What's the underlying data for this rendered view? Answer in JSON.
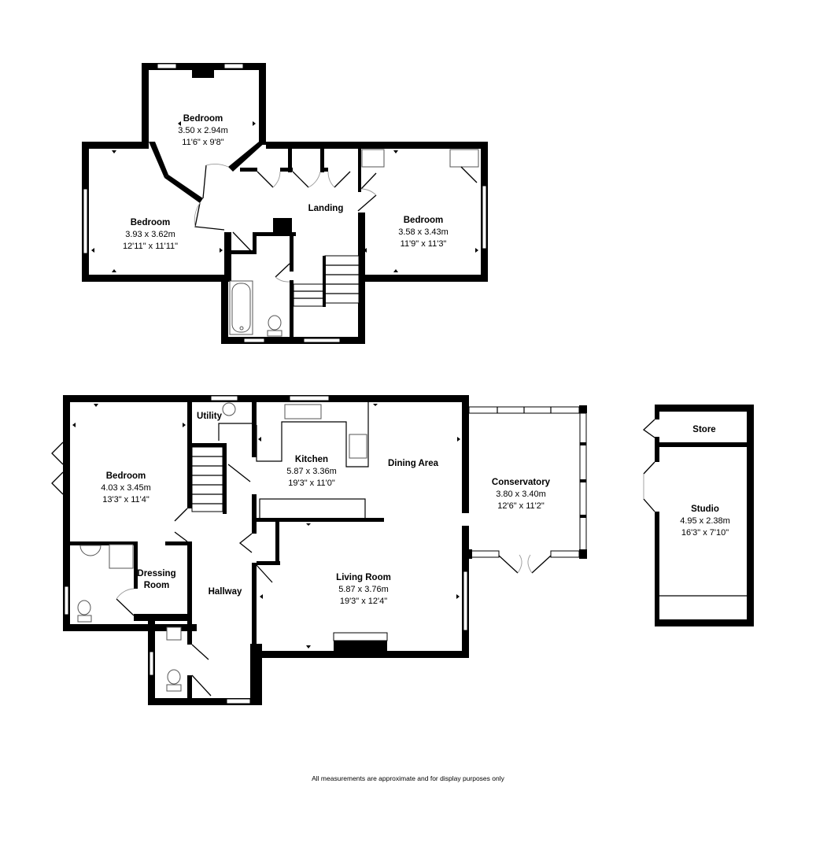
{
  "plan": {
    "floors": [
      {
        "name": "first-floor",
        "rooms": [
          {
            "id": "bedroom-top",
            "name": "Bedroom",
            "metric": "3.50 x 2.94m",
            "imperial": "11'6\" x 9'8\""
          },
          {
            "id": "bedroom-left",
            "name": "Bedroom",
            "metric": "3.93 x 3.62m",
            "imperial": "12'11\" x 11'11\""
          },
          {
            "id": "bedroom-right",
            "name": "Bedroom",
            "metric": "3.58 x 3.43m",
            "imperial": "11'9\" x 11'3\""
          },
          {
            "id": "landing",
            "name": "Landing"
          }
        ]
      },
      {
        "name": "ground-floor",
        "rooms": [
          {
            "id": "bedroom-ground",
            "name": "Bedroom",
            "metric": "4.03 x 3.45m",
            "imperial": "13'3\" x 11'4\""
          },
          {
            "id": "utility",
            "name": "Utility"
          },
          {
            "id": "kitchen",
            "name": "Kitchen",
            "metric": "5.87 x 3.36m",
            "imperial": "19'3\" x 11'0\""
          },
          {
            "id": "dining",
            "name": "Dining Area"
          },
          {
            "id": "conservatory",
            "name": "Conservatory",
            "metric": "3.80 x 3.40m",
            "imperial": "12'6\" x 11'2\""
          },
          {
            "id": "dressing",
            "name": "Dressing Room"
          },
          {
            "id": "hallway",
            "name": "Hallway"
          },
          {
            "id": "living",
            "name": "Living Room",
            "metric": "5.87 x 3.76m",
            "imperial": "19'3\" x 12'4\""
          }
        ]
      },
      {
        "name": "outbuilding",
        "rooms": [
          {
            "id": "store",
            "name": "Store"
          },
          {
            "id": "studio",
            "name": "Studio",
            "metric": "4.95 x 2.38m",
            "imperial": "16'3\" x 7'10\""
          }
        ]
      }
    ],
    "disclaimer": "All measurements are approximate and for display purposes only"
  },
  "labels": {
    "bedroom_top": {
      "name": "Bedroom",
      "metric": "3.50 x 2.94m",
      "imperial": "11'6\" x 9'8\""
    },
    "bedroom_left": {
      "name": "Bedroom",
      "metric": "3.93 x 3.62m",
      "imperial": "12'11\" x 11'11\""
    },
    "bedroom_right": {
      "name": "Bedroom",
      "metric": "3.58 x 3.43m",
      "imperial": "11'9\" x 11'3\""
    },
    "landing": {
      "name": "Landing"
    },
    "bedroom_ground": {
      "name": "Bedroom",
      "metric": "4.03 x 3.45m",
      "imperial": "13'3\" x 11'4\""
    },
    "utility": {
      "name": "Utility"
    },
    "kitchen": {
      "name": "Kitchen",
      "metric": "5.87 x 3.36m",
      "imperial": "19'3\" x 11'0\""
    },
    "dining": {
      "name": "Dining Area"
    },
    "conservatory": {
      "name": "Conservatory",
      "metric": "3.80 x 3.40m",
      "imperial": "12'6\" x 11'2\""
    },
    "dressing": {
      "name1": "Dressing",
      "name2": "Room"
    },
    "hallway": {
      "name": "Hallway"
    },
    "living": {
      "name": "Living Room",
      "metric": "5.87 x 3.76m",
      "imperial": "19'3\" x 12'4\""
    },
    "store": {
      "name": "Store"
    },
    "studio": {
      "name": "Studio",
      "metric": "4.95 x 2.38m",
      "imperial": "16'3\" x 7'10\""
    }
  },
  "footer": {
    "disclaimer": "All measurements are approximate and for display purposes only"
  },
  "colors": {
    "wall": "#000000",
    "background": "#ffffff",
    "fixture": "#555555",
    "door_arc": "#9a9a9a"
  }
}
